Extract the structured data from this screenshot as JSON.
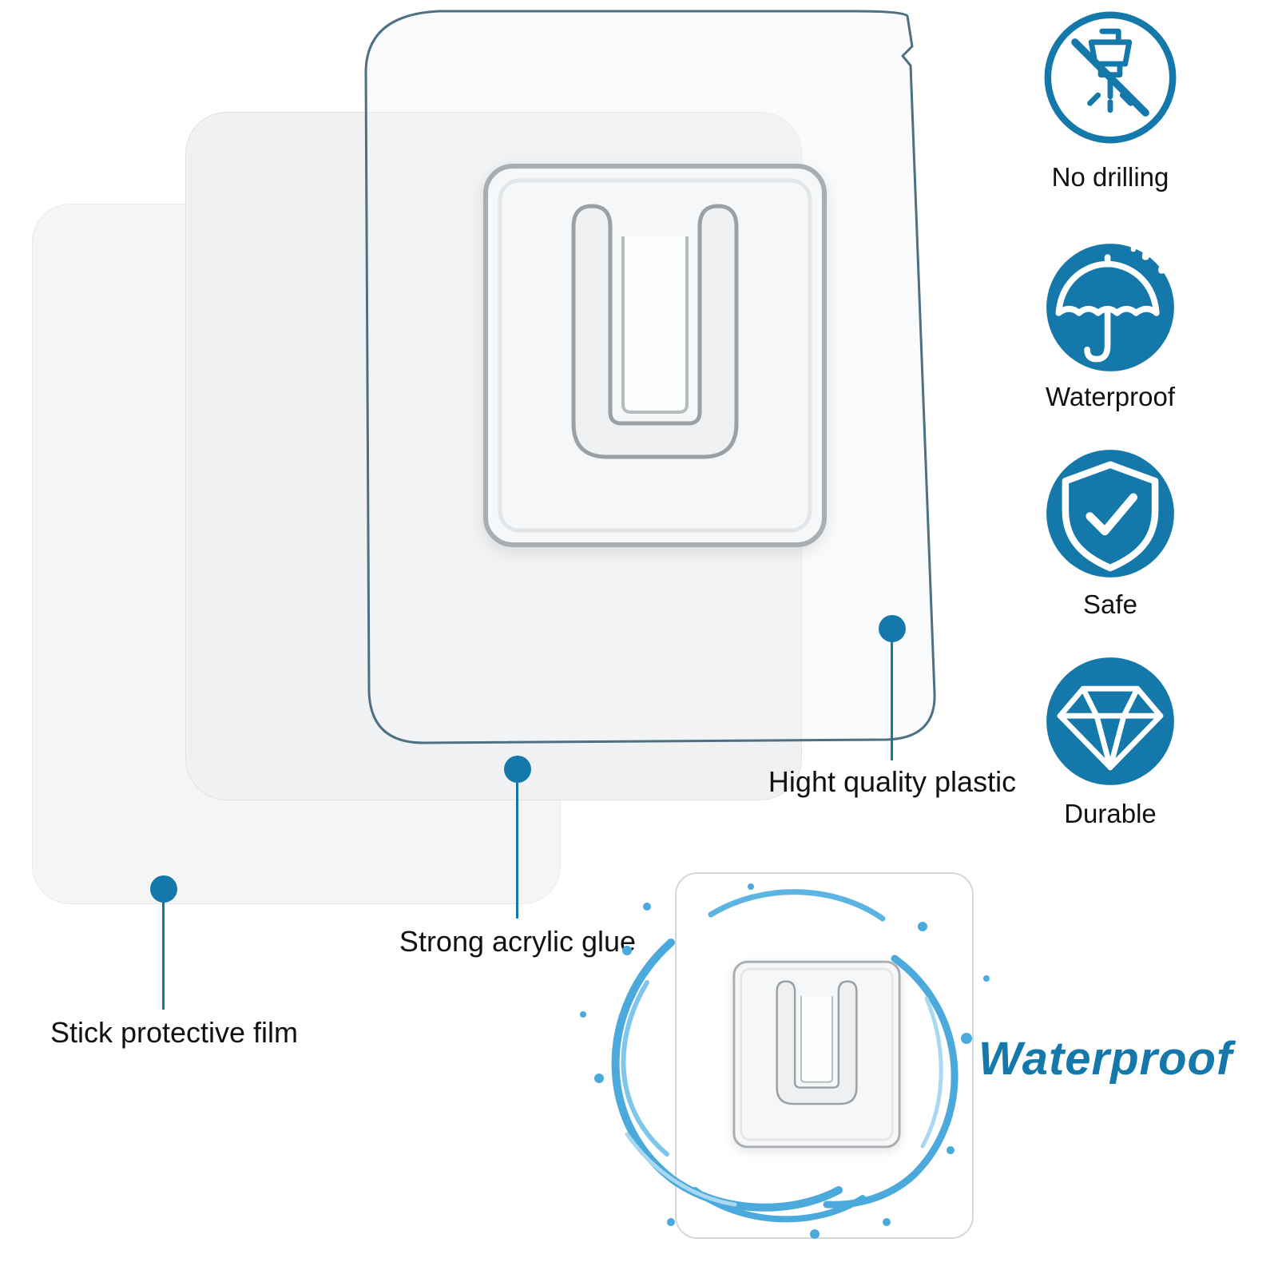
{
  "feature_badges": [
    {
      "label": "No drilling",
      "icon": "no-drilling-icon",
      "style": "outline"
    },
    {
      "label": "Waterproof",
      "icon": "umbrella-rain-icon",
      "style": "filled"
    },
    {
      "label": "Safe",
      "icon": "shield-check-icon",
      "style": "filled"
    },
    {
      "label": "Durable",
      "icon": "diamond-icon",
      "style": "filled"
    }
  ],
  "callouts": {
    "plastic": "Hight quality plastic",
    "glue": "Strong acrylic glue",
    "film": "Stick protective film"
  },
  "waterproof_badge": "Waterproof",
  "colors": {
    "accent_blue": "#1478ab",
    "splash_blue": "#37a0d8",
    "hook_outline": "#9aa0a4",
    "sheet_outline": "#4e7082"
  }
}
